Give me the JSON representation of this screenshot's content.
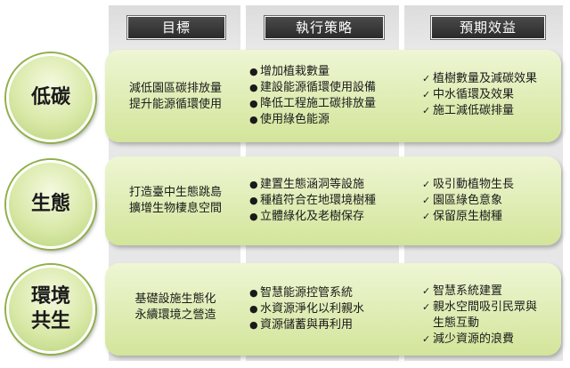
{
  "headers": [
    "目標",
    "執行策略",
    "預期效益"
  ],
  "bullet_icon": "●",
  "check_icon": "✓",
  "rows": [
    {
      "theme": "低碳",
      "goal": [
        "減低園區碳排放量",
        "提升能源循環使用"
      ],
      "strategies": [
        "增加植栽數量",
        "建設能源循環使用設備",
        "降低工程施工碳排放量",
        "使用綠色能源"
      ],
      "benefits": [
        "植樹數量及減碳效果",
        "中水循環及效果",
        "施工減低碳排量"
      ]
    },
    {
      "theme": "生態",
      "goal": [
        "打造臺中生態跳島",
        "擴增生物棲息空間"
      ],
      "strategies": [
        "建置生態涵洞等設施",
        "種植符合在地環境樹種",
        "立體綠化及老樹保存"
      ],
      "benefits": [
        "吸引動植物生長",
        "園區綠色意象",
        "保留原生樹種"
      ]
    },
    {
      "theme": "環境\n共生",
      "goal": [
        "基礎設施生態化",
        "永續環境之營造"
      ],
      "strategies": [
        "智慧能源控管系統",
        "水資源淨化以利親水",
        "資源儲蓄與再利用"
      ],
      "benefits": [
        "智慧系統建置",
        "親水空間吸引民眾與\n生態互動",
        "減少資源的浪費"
      ]
    }
  ]
}
